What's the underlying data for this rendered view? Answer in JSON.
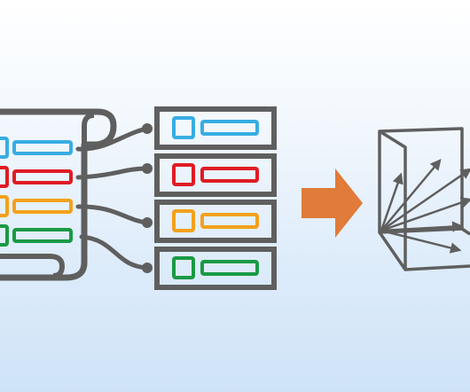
{
  "colors": {
    "background_top": "#ffffff",
    "background_bottom": "#cfe3f7",
    "outline": "#5f5f5f",
    "blue": "#38ade2",
    "red": "#e01b24",
    "orange": "#f3a11d",
    "green": "#1a9a45",
    "arrow": "#e07b39"
  },
  "document": {
    "icon": "scroll-document-icon",
    "rows": [
      {
        "color_key": "blue"
      },
      {
        "color_key": "red"
      },
      {
        "color_key": "orange"
      },
      {
        "color_key": "green"
      }
    ]
  },
  "records": {
    "icon": "record-card-icon",
    "items": [
      {
        "color_key": "blue"
      },
      {
        "color_key": "red"
      },
      {
        "color_key": "orange"
      },
      {
        "color_key": "green"
      }
    ]
  },
  "transform_arrow": {
    "icon": "right-arrow-icon"
  },
  "vector_space": {
    "icon": "3d-vector-space-icon",
    "vector_count": 6
  }
}
